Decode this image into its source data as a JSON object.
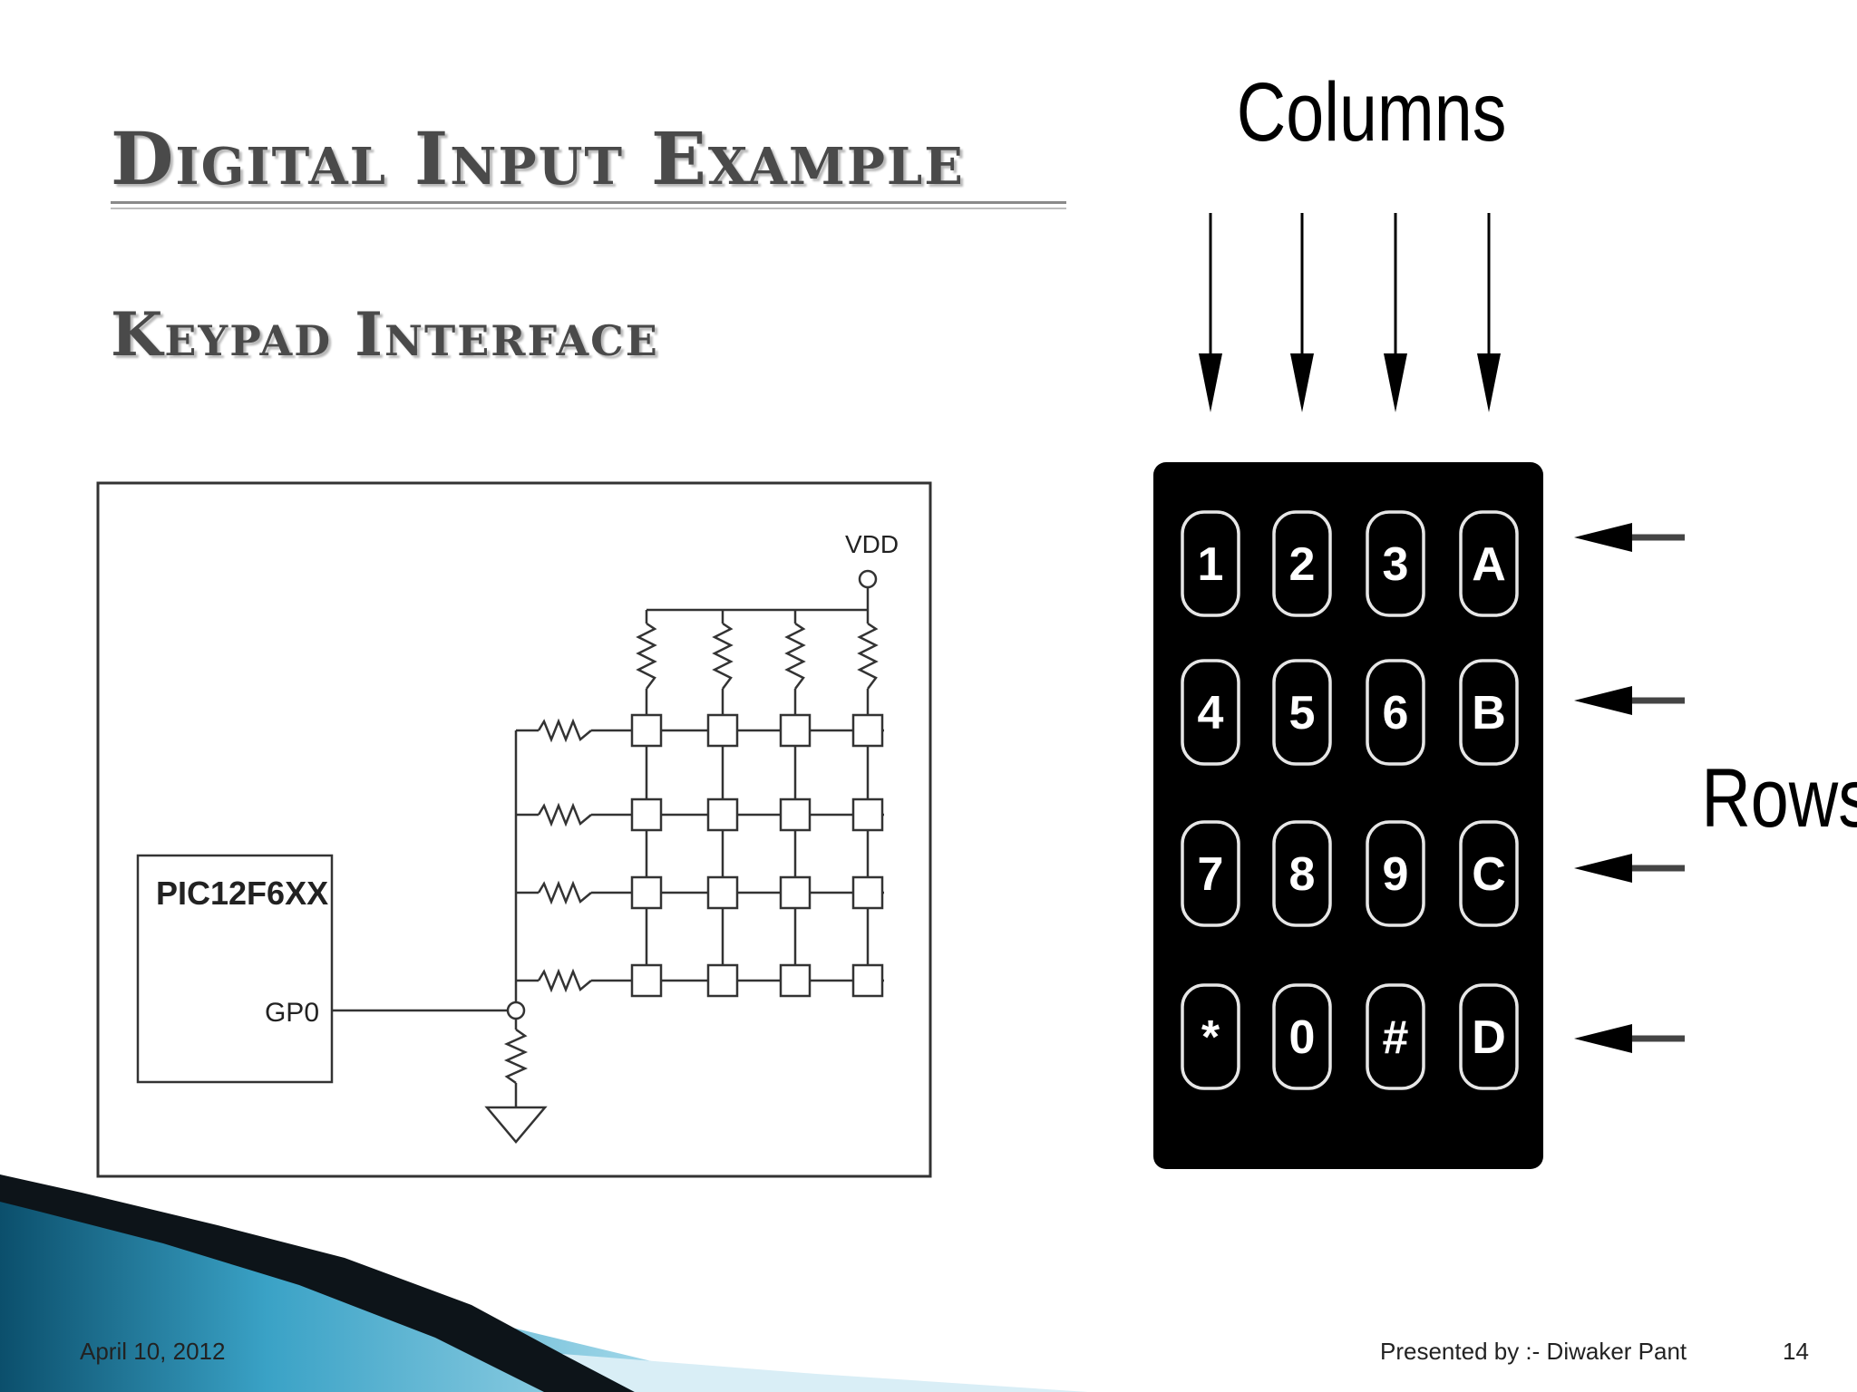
{
  "slide": {
    "title": "Digital Input Example",
    "subtitle": "Keypad Interface"
  },
  "circuit": {
    "chip_label": "PIC12F6XX",
    "pin_label": "GP0",
    "supply_label": "VDD"
  },
  "keypad": {
    "columns_label": "Columns",
    "rows_label": "Rows",
    "keys": [
      [
        "1",
        "2",
        "3",
        "A"
      ],
      [
        "4",
        "5",
        "6",
        "B"
      ],
      [
        "7",
        "8",
        "9",
        "C"
      ],
      [
        "*",
        "0",
        "#",
        "D"
      ]
    ]
  },
  "footer": {
    "date": "April 10, 2012",
    "presenter": "Presented by :- Diwaker Pant",
    "page_number": "14"
  },
  "colors": {
    "accent_dark": "#0b4f6c",
    "accent_light": "#5ab9d8",
    "keypad_body": "#000000"
  }
}
